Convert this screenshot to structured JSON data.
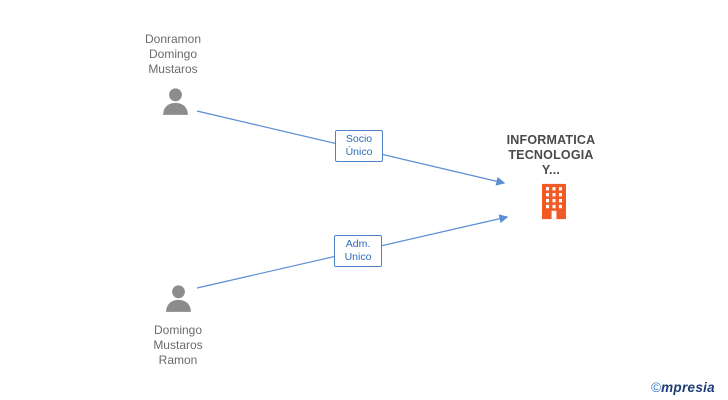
{
  "diagram": {
    "person_top": {
      "name_lines": [
        "Donramon",
        "Domingo",
        "Mustaros"
      ]
    },
    "person_bottom": {
      "name_lines": [
        "Domingo",
        "Mustaros",
        "Ramon"
      ]
    },
    "company": {
      "name_lines": [
        "INFORMATICA",
        "TECNOLOGIA",
        "Y..."
      ]
    },
    "edges": [
      {
        "id": "socio-unico",
        "label_lines": [
          "Socio",
          "Único"
        ]
      },
      {
        "id": "adm-unico",
        "label_lines": [
          "Adm.",
          "Unico"
        ]
      }
    ],
    "icons": {
      "person": "person-silhouette-icon",
      "company": "building-icon"
    },
    "colors": {
      "edge_blue": "#5b8dd6",
      "label_border_blue": "#4f81c7",
      "label_text_blue": "#2f6cb8",
      "person_gray": "#8c8c8c",
      "building_orange": "#f15a25",
      "company_text": "#4a4a4a",
      "person_text": "#6b6b6b"
    }
  },
  "footer": {
    "logo_mark": "©",
    "logo_text": "mpresia",
    "logo_mark_color": "#2e78c2",
    "logo_text_color": "#1c3e74"
  }
}
